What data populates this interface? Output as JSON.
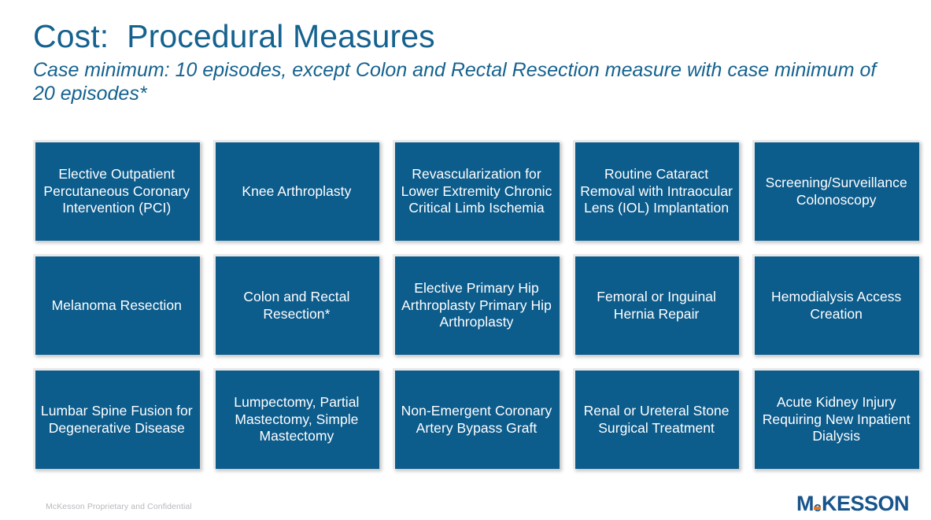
{
  "header": {
    "title": "Cost:  Procedural Measures",
    "subtitle": "Case minimum: 10 episodes, except Colon and Rectal Resection measure with case minimum of 20 episodes*"
  },
  "colors": {
    "title_blue": "#15628F",
    "tile_blue": "#0C5C8C",
    "tile_text": "#FFFFFF",
    "footer_grey": "#B6B8BD",
    "logo_blue": "#18548C",
    "logo_orange": "#E87722"
  },
  "tiles": [
    {
      "label": "Elective Outpatient Percutaneous Coronary Intervention (PCI)"
    },
    {
      "label": "Knee Arthroplasty"
    },
    {
      "label": "Revascularization for Lower Extremity Chronic Critical Limb Ischemia"
    },
    {
      "label": "Routine Cataract Removal with Intraocular Lens (IOL) Implantation"
    },
    {
      "label": "Screening/Surveillance Colonoscopy"
    },
    {
      "label": "Melanoma Resection"
    },
    {
      "label": "Colon and Rectal Resection*"
    },
    {
      "label": "Elective Primary Hip Arthroplasty Primary Hip Arthroplasty"
    },
    {
      "label": "Femoral or Inguinal Hernia Repair"
    },
    {
      "label": "Hemodialysis Access Creation"
    },
    {
      "label": "Lumbar Spine Fusion for Degenerative Disease"
    },
    {
      "label": "Lumpectomy, Partial Mastectomy, Simple Mastectomy"
    },
    {
      "label": "Non-Emergent Coronary Artery Bypass Graft"
    },
    {
      "label": "Renal or Ureteral Stone Surgical Treatment"
    },
    {
      "label": "Acute Kidney Injury Requiring New Inpatient Dialysis"
    }
  ],
  "footer": {
    "confidentiality_note": "McKesson Proprietary and Confidential",
    "logo": {
      "part_m": "M",
      "part_c": "c",
      "part_rest": "KESSON"
    }
  }
}
